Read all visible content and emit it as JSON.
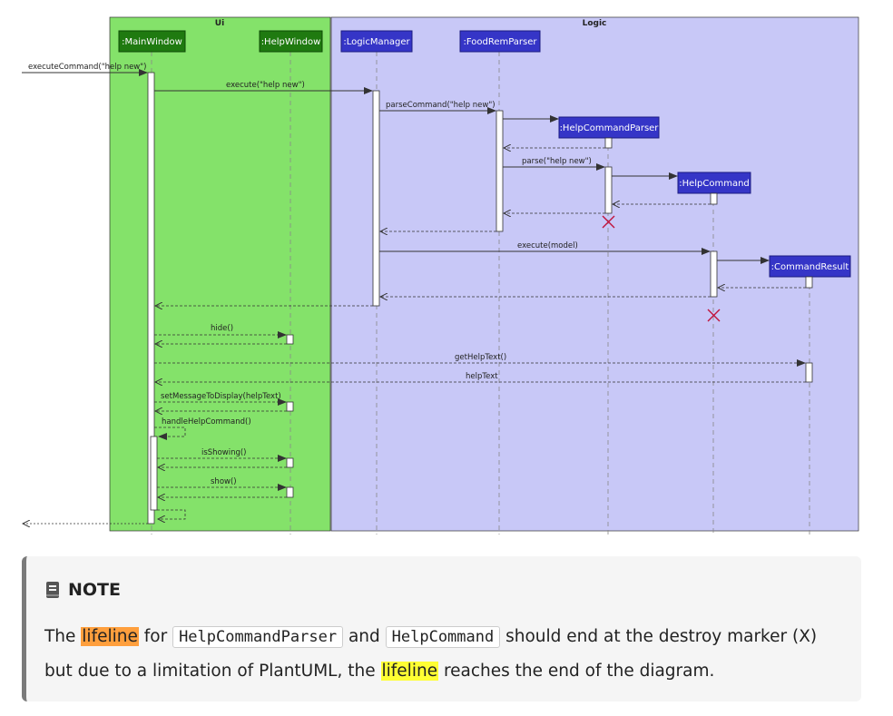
{
  "colors": {
    "ui_box": "#84e26a",
    "logic_box": "#c8c8f7",
    "participant_green": "#1f7a10",
    "participant_blue": "#3535c7",
    "destroy": "#c0143c",
    "highlight_orange": "#ff9f3d",
    "highlight_yellow": "#ffff33"
  },
  "boxes": {
    "ui": "Ui",
    "logic": "Logic"
  },
  "participants": {
    "main_window": ":MainWindow",
    "help_window": ":HelpWindow",
    "logic_manager": ":LogicManager",
    "foodrem_parser": ":FoodRemParser",
    "help_command_parser": ":HelpCommandParser",
    "help_command": ":HelpCommand",
    "command_result": ":CommandResult"
  },
  "messages": {
    "execute_command": "executeCommand(\"help new\")",
    "execute": "execute(\"help new\")",
    "parse_command": "parseCommand(\"help new\")",
    "parse": "parse(\"help new\")",
    "execute_model": "execute(model)",
    "hide": "hide()",
    "get_help_text": "getHelpText()",
    "help_text": "helpText",
    "set_message": "setMessageToDisplay(helpText)",
    "handle_help": "handleHelpCommand()",
    "is_showing": "isShowing()",
    "show": "show()"
  },
  "note": {
    "icon": "book-icon",
    "title": "NOTE",
    "t1": "The ",
    "lifeline_1": "lifeline",
    "t2": " for ",
    "code1": "HelpCommandParser",
    "t3": " and ",
    "code2": "HelpCommand",
    "t4": " should end at the destroy marker (X) but due to a limitation of PlantUML, the ",
    "lifeline_2": "lifeline",
    "t5": " reaches the end of the diagram."
  }
}
